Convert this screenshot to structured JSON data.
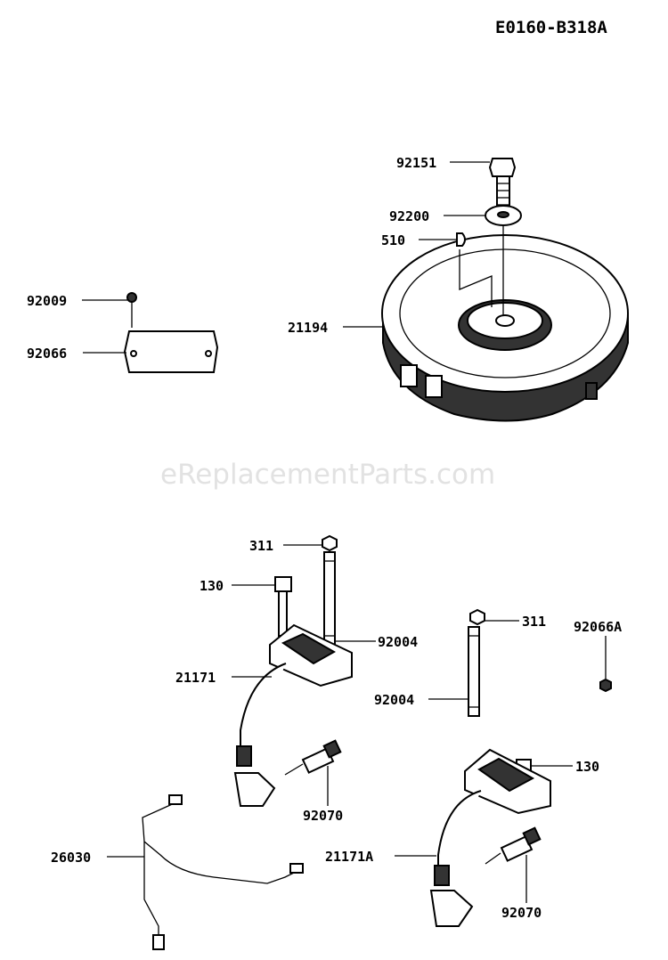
{
  "diagram_id": "E0160-B318A",
  "watermark": "eReplacementParts.com",
  "callouts": {
    "flywheel_bolt": "92151",
    "flywheel_washer": "92200",
    "flywheel_key": "510",
    "flywheel": "21194",
    "plate_screw": "92009",
    "plate": "92066",
    "coil_nut_left": "311",
    "coil_bolt_left": "130",
    "coil_stud_left": "92004",
    "coil_left": "21171",
    "plug_left": "92070",
    "coil_nut_right": "311",
    "nut_right": "92066A",
    "coil_stud_right": "92004",
    "coil_bolt_right": "130",
    "coil_right": "21171A",
    "plug_right": "92070",
    "harness": "26030"
  }
}
